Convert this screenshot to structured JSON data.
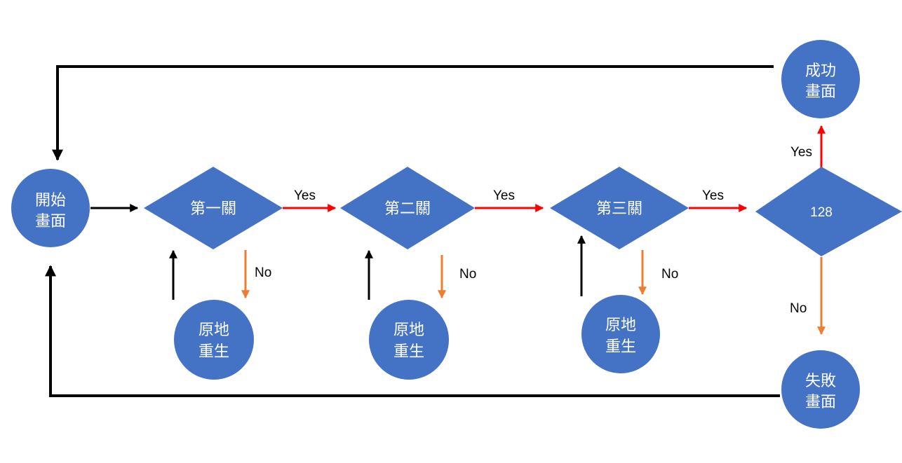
{
  "colors": {
    "node_fill": "#4472c4",
    "node_text": "#ffffff",
    "flow": "#000000",
    "yes_arrow": "#ff0000",
    "no_arrow": "#ed7d31"
  },
  "nodes": {
    "start": {
      "line1": "開始",
      "line2": "畫面"
    },
    "level1": {
      "label": "第一關"
    },
    "level2": {
      "label": "第二關"
    },
    "level3": {
      "label": "第三關"
    },
    "check": {
      "label": "128"
    },
    "respawn1": {
      "line1": "原地",
      "line2": "重生"
    },
    "respawn2": {
      "line1": "原地",
      "line2": "重生"
    },
    "respawn3": {
      "line1": "原地",
      "line2": "重生"
    },
    "success": {
      "line1": "成功",
      "line2": "畫面"
    },
    "failure": {
      "line1": "失敗",
      "line2": "畫面"
    }
  },
  "edges": {
    "yes1": "Yes",
    "yes2": "Yes",
    "yes3": "Yes",
    "yes4": "Yes",
    "no1": "No",
    "no2": "No",
    "no3": "No",
    "no4": "No"
  }
}
